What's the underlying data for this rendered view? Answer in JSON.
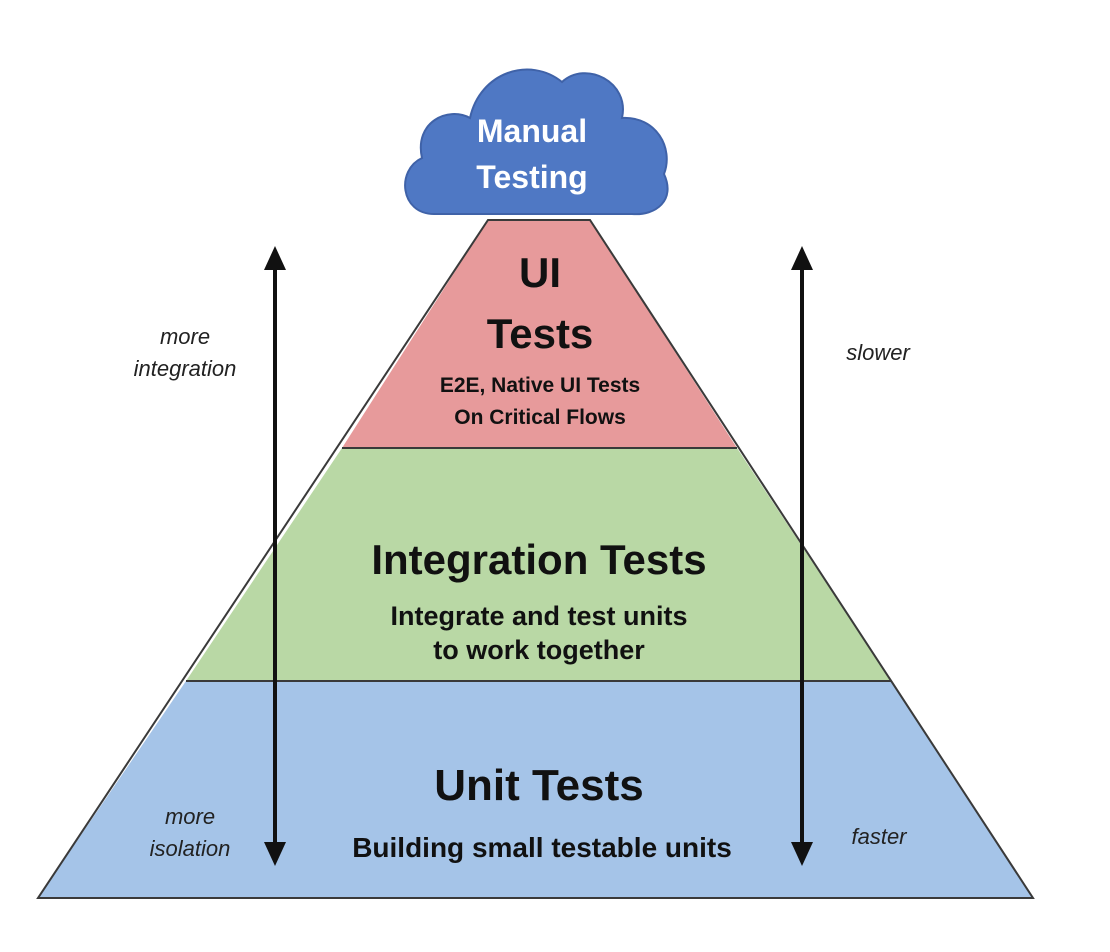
{
  "cloud": {
    "line1": "Manual",
    "line2": "Testing",
    "color": "#4f78c4"
  },
  "layers": {
    "ui": {
      "title_line1": "UI",
      "title_line2": "Tests",
      "sub_line1": "E2E, Native UI Tests",
      "sub_line2": "On Critical Flows",
      "color": "#e79a9b"
    },
    "integration": {
      "title": "Integration Tests",
      "sub_line1": "Integrate and test units",
      "sub_line2": "to work together",
      "color": "#b9d8a5"
    },
    "unit": {
      "title": "Unit Tests",
      "sub": "Building small testable units",
      "color": "#a5c4e8"
    }
  },
  "left_axis": {
    "top_line1": "more",
    "top_line2": "integration",
    "bottom_line1": "more",
    "bottom_line2": "isolation"
  },
  "right_axis": {
    "top": "slower",
    "bottom": "faster"
  }
}
